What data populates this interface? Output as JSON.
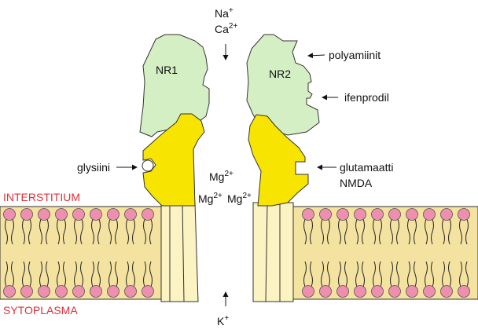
{
  "labels": {
    "na": "Na",
    "na_sup": "+",
    "ca": "Ca",
    "ca_sup": "2+",
    "k": "K",
    "k_sup": "+",
    "nr1": "NR1",
    "nr2": "NR2",
    "polyamines": "polyamiinit",
    "ifenprodil": "ifenprodil",
    "glycine": "glysiini",
    "glutamate": "glutamaatti",
    "nmda": "NMDA",
    "mg": "Mg",
    "mg_sup": "2+",
    "interstitium": "INTERSTITIUM",
    "cytoplasm": "SYTOPLASMA"
  },
  "colors": {
    "nr_subunit": "#d4efc4",
    "binding_domain": "#f7e400",
    "membrane": "#f3e2a0",
    "channel": "#fbf3c2",
    "lipid_head": "#ef8fb0",
    "region_label": "#e0303a"
  }
}
